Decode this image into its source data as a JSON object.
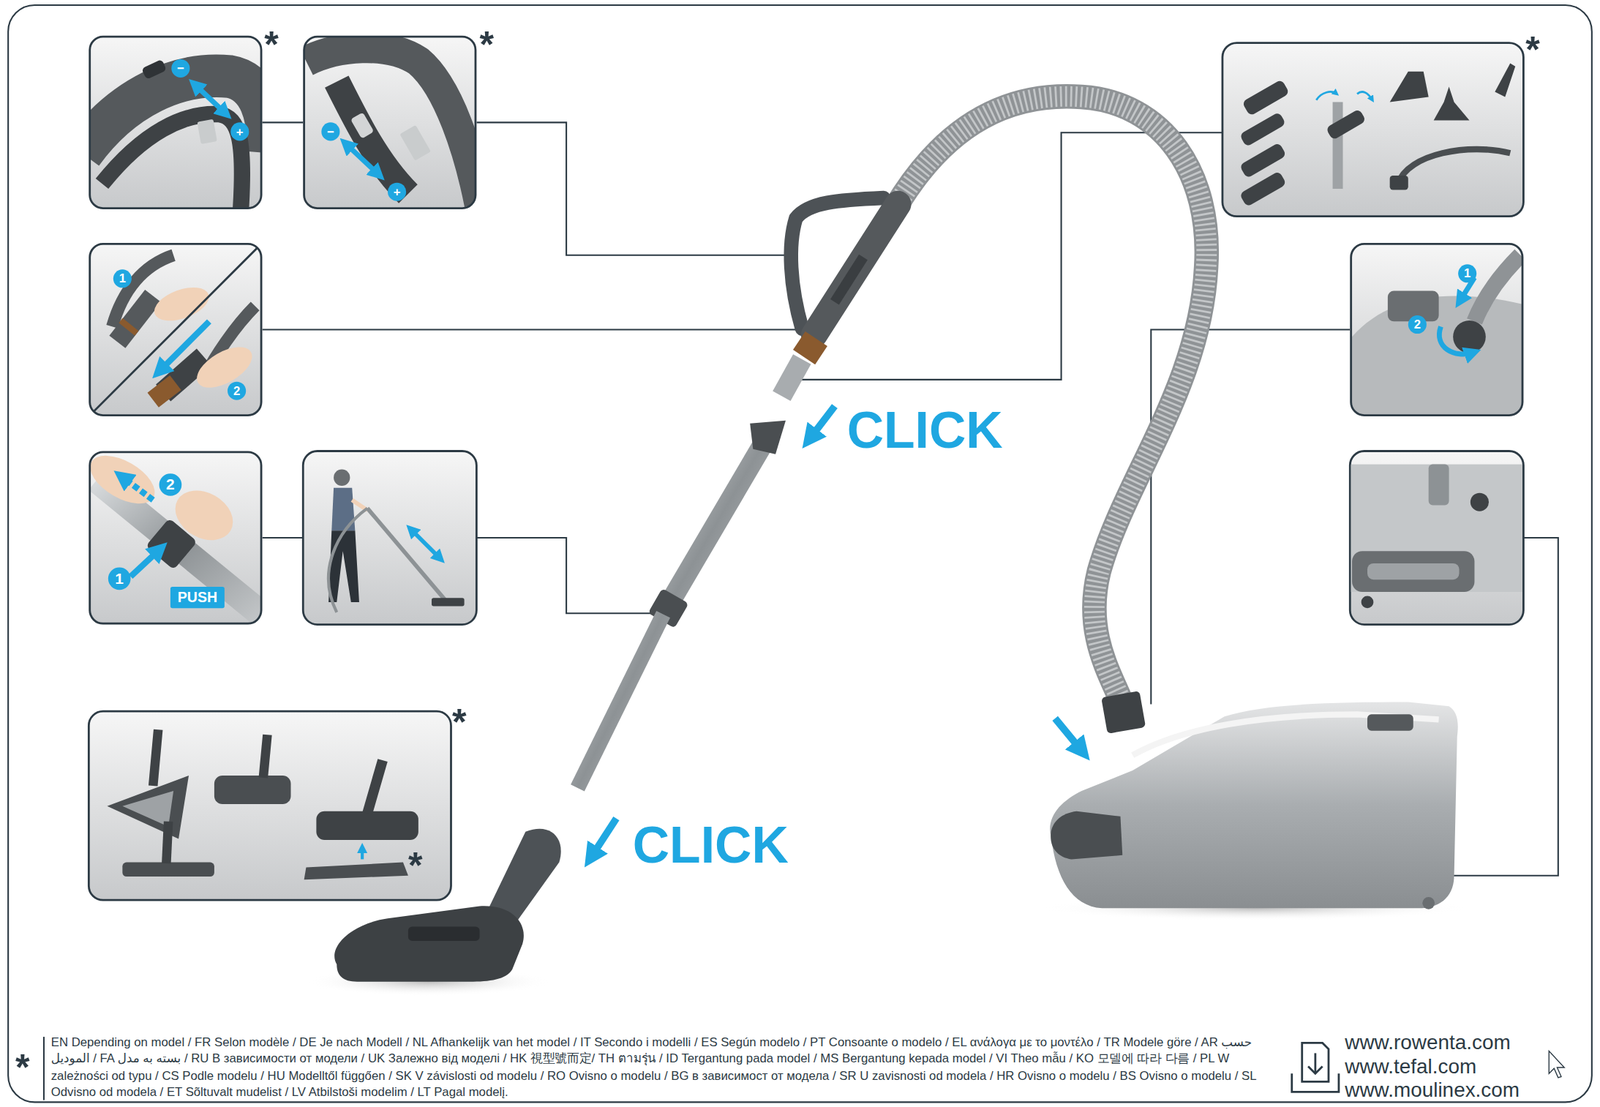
{
  "diagram": {
    "nodes": [
      {
        "text": [
          "−",
          "+"
        ]
      },
      {
        "text": [
          "−",
          "+"
        ]
      },
      {
        "text": [
          "1",
          "2"
        ]
      },
      {
        "text": [
          "2",
          "1",
          "PUSH"
        ]
      },
      {
        "text": [
          "1",
          "2"
        ]
      }
    ],
    "edges": [
      {
        "from": 0,
        "to": 1,
        "arrow": "none"
      }
    ],
    "labels": [
      "*",
      "*",
      "*",
      "CLICK",
      "CLICK",
      "*",
      "*",
      "*",
      "EN Depending on model / FR Selon modèle / DE Je nach Modell / NL Afhankelijk van het model / IT Secondo i modelli / ES Según modelo / PT Consoante o modelo / EL ανάλογα με το μοντέλο / TR Modele göre / AR حسب الموديل / FA بسته به مدل / RU В зависимости от модели / UK Залежно від моделі / HK 視型號而定/ TH ตามรุ่น / ID Tergantung pada model / MS Bergantung kepada model / VI Theo mẫu / KO 모델에 따라 다름 / PL W zależności od typu / CS Podle modelu / HU Modelltől függően / SK V závislosti od modelu / RO Ovisno o modelu / BG в зависимост от модела / SR U zavisnosti od modela / HR Ovisno o modelu / BS Ovisno o modelu / SL Odvisno od modela / ET Sõltuvalt mudelist / LV Atbilstoši modelim / LT Pagal modelį.",
      "www.rowenta.com",
      "www.tefal.com",
      "www.moulinex.com"
    ]
  }
}
